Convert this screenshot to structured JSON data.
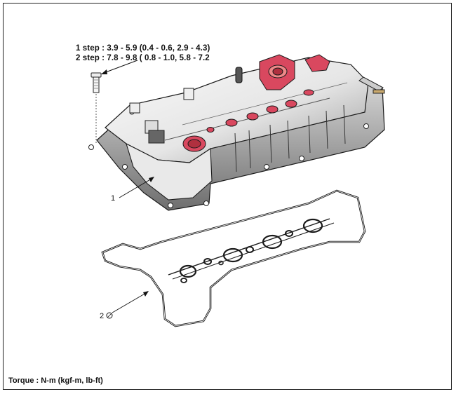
{
  "torque_spec": {
    "step1": "1 step : 3.9 - 5.9 (0.4 - 0.6, 2.9 - 4.3)",
    "step2": "2 step : 7.8 - 9.8 ( 0.8 - 1.0, 5.8 - 7.2"
  },
  "callouts": {
    "cover_number": "1",
    "gasket_number": "2"
  },
  "footer": {
    "torque_units": "Torque : N-m (kgf-m, lb-ft)"
  },
  "colors": {
    "accent_red": "#d9485f",
    "line": "#1a1a1a",
    "metal_light": "#f2f2f2",
    "metal_dark": "#8a8a8a"
  }
}
